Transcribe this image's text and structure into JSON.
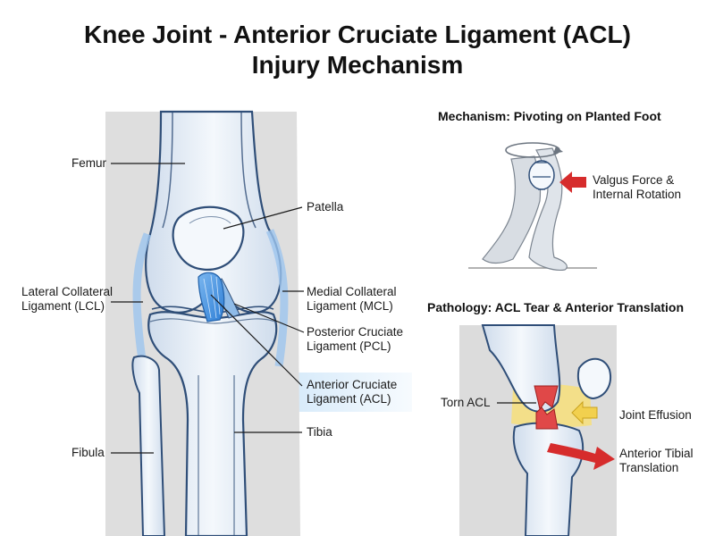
{
  "title": {
    "line1": "Knee Joint - Anterior Cruciate Ligament (ACL)",
    "line2": "Injury Mechanism"
  },
  "main_labels": {
    "femur": "Femur",
    "patella": "Patella",
    "lcl_line1": "Lateral Collateral",
    "lcl_line2": "Ligament (LCL)",
    "mcl_line1": "Medial Collateral",
    "mcl_line2": "Ligament (MCL)",
    "pcl_line1": "Posterior Cruciate",
    "pcl_line2": "Ligament (PCL)",
    "acl_line1": "Anterior Cruciate",
    "acl_line2": "Ligament (ACL)",
    "tibia": "Tibia",
    "fibula": "Fibula"
  },
  "mechanism": {
    "heading": "Mechanism: Pivoting on Planted Foot",
    "force_line1": "Valgus Force &",
    "force_line2": "Internal Rotation"
  },
  "pathology": {
    "heading": "Pathology: ACL Tear & Anterior Translation",
    "torn_acl": "Torn ACL",
    "effusion": "Joint Effusion",
    "translation_line1": "Anterior Tibial",
    "translation_line2": "Translation"
  },
  "colors": {
    "bone_fill": "#e8eff7",
    "bone_outline": "#2f4e78",
    "background_panel": "#dcdcdc",
    "acl_blue": "#3f8ee0",
    "arrow_red": "#d62c2c",
    "effusion_yellow": "#f7df7a",
    "torn_red": "#e04848"
  }
}
